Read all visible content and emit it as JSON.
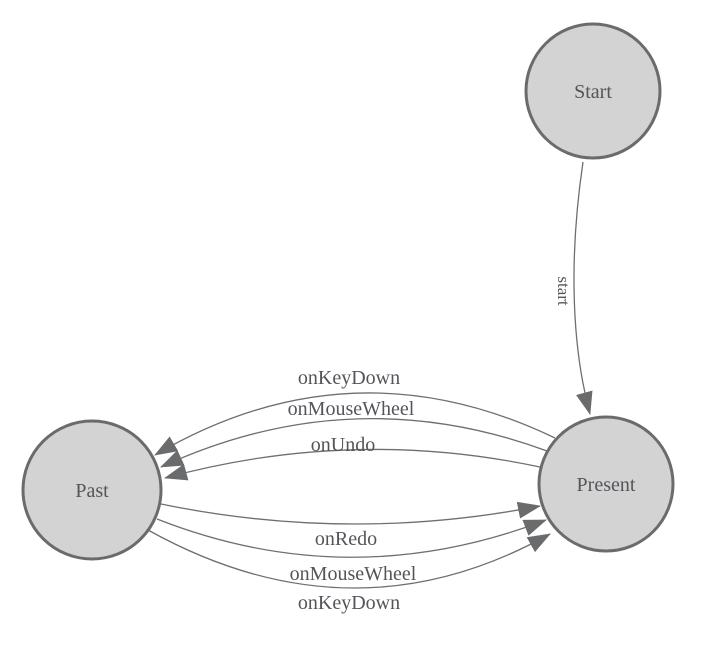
{
  "diagram": {
    "type": "state-machine",
    "nodes": [
      {
        "id": "start",
        "label": "Start"
      },
      {
        "id": "past",
        "label": "Past"
      },
      {
        "id": "present",
        "label": "Present"
      }
    ],
    "edges": [
      {
        "from": "start",
        "to": "present",
        "label": "start"
      },
      {
        "from": "present",
        "to": "past",
        "label": "onKeyDown"
      },
      {
        "from": "present",
        "to": "past",
        "label": "onMouseWheel"
      },
      {
        "from": "present",
        "to": "past",
        "label": "onUndo"
      },
      {
        "from": "past",
        "to": "present",
        "label": "onRedo"
      },
      {
        "from": "past",
        "to": "present",
        "label": "onMouseWheel"
      },
      {
        "from": "past",
        "to": "present",
        "label": "onKeyDown"
      }
    ]
  },
  "colors": {
    "background": "#ffffff",
    "node-fill": "#d3d3d3",
    "node-stroke": "#6a6b6c",
    "edge-stroke": "#6e6f70",
    "arrow-fill": "#6a6b6c",
    "label-text": "#53555a"
  }
}
